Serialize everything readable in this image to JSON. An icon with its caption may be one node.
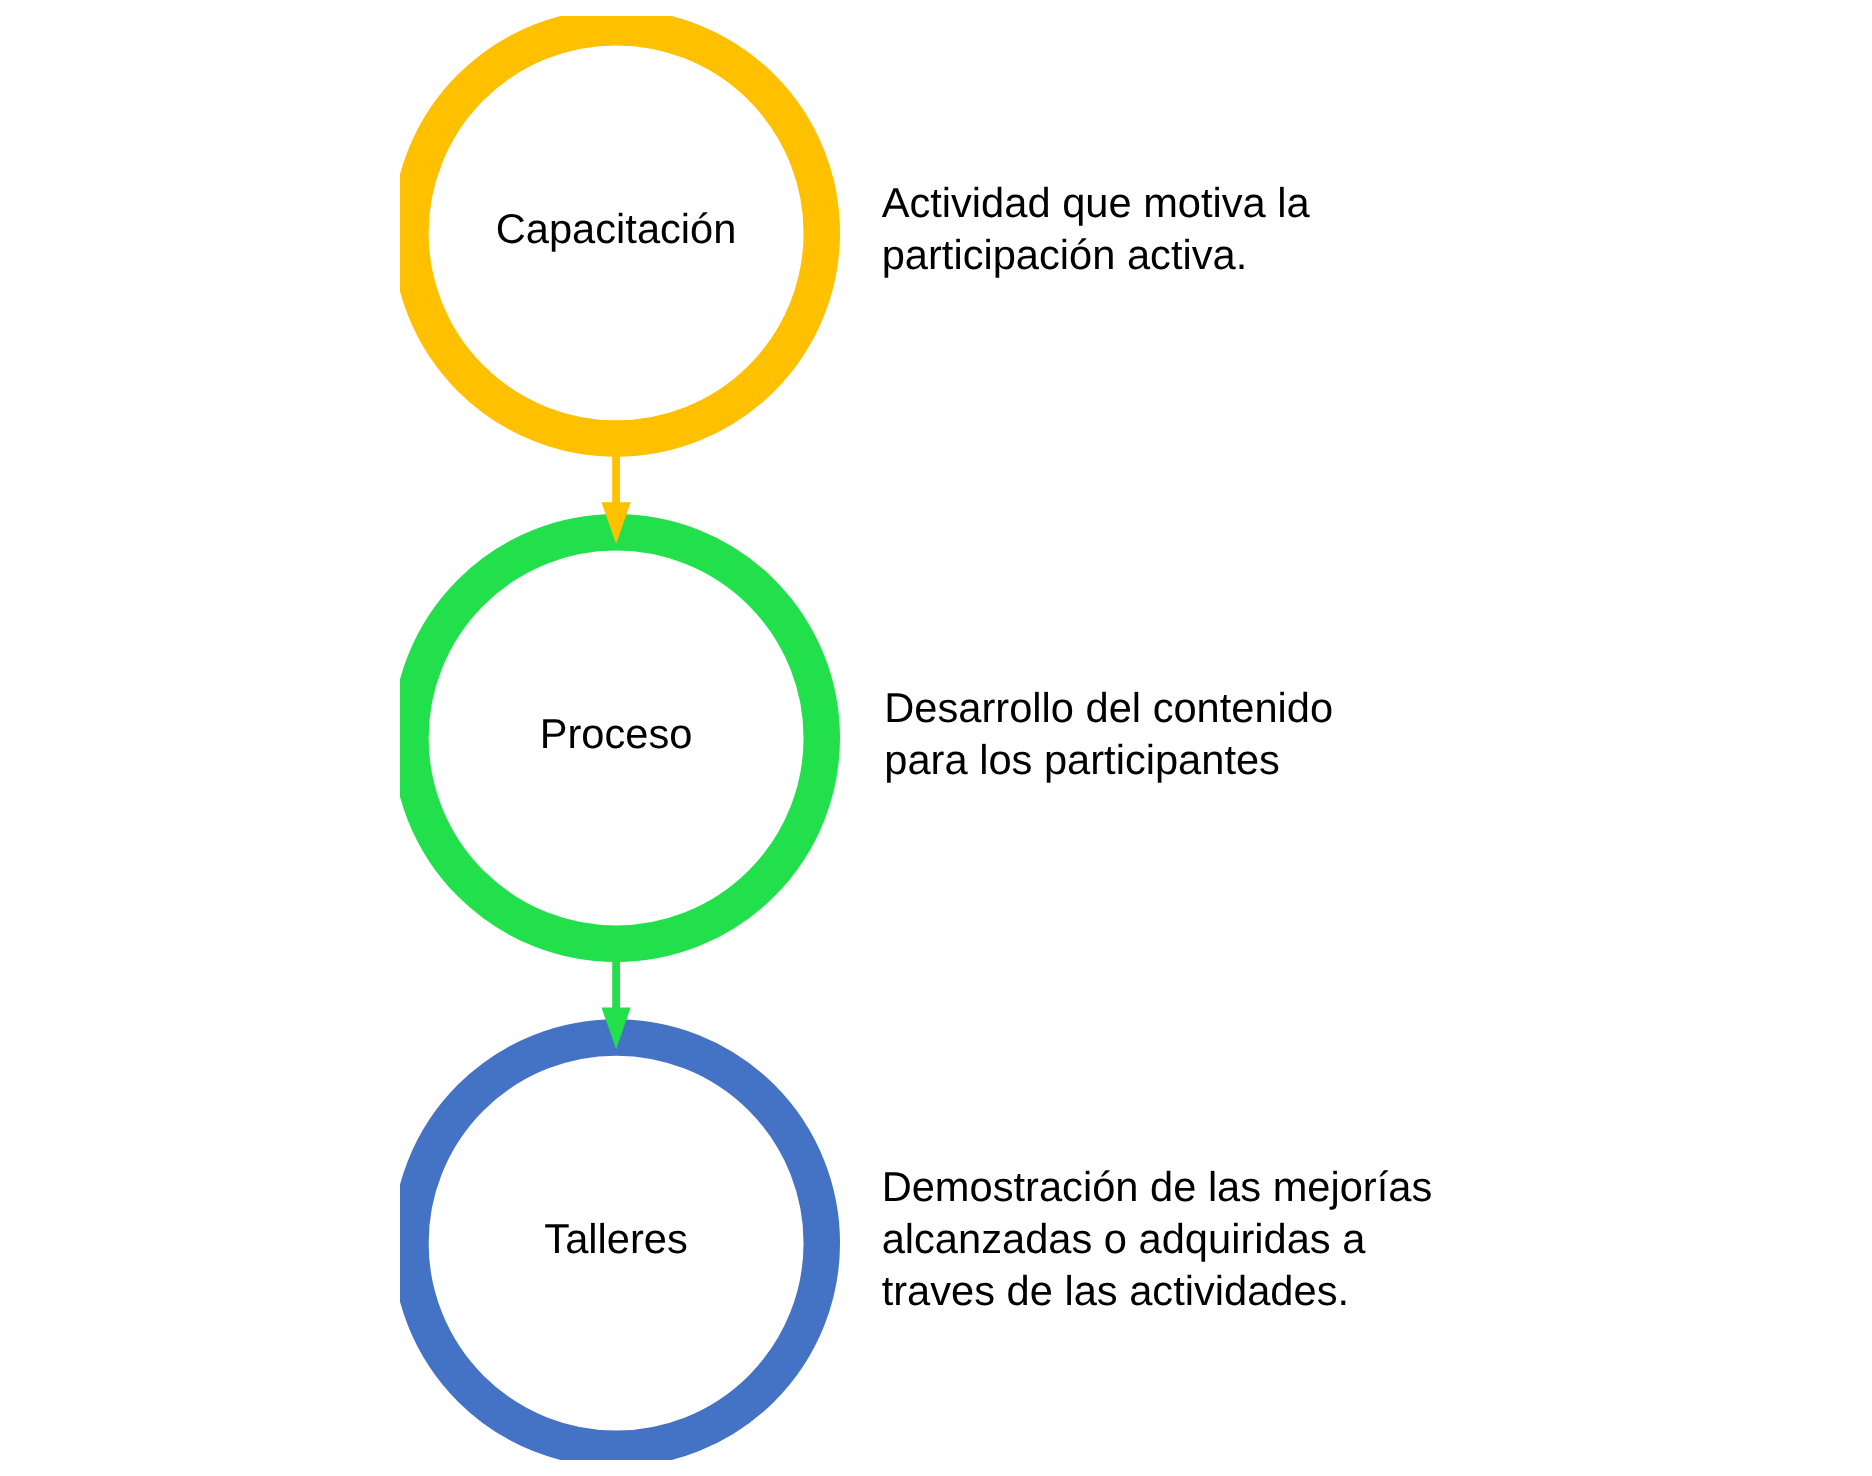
{
  "diagram": {
    "nodes": [
      {
        "text": [
          "Capacitación"
        ],
        "beside": [
          "Actividad que motiva la participación activa."
        ]
      },
      {
        "text": [
          "Proceso"
        ],
        "beside": [
          "Desarrollo del contenido para los participantes"
        ]
      },
      {
        "text": [
          "Talleres"
        ],
        "beside": [
          "Demostración de las mejorías alcanzadas o adquiridas a traves de las actividades."
        ]
      }
    ],
    "edges": [
      {
        "from": 0,
        "to": 1,
        "arrow": "to",
        "color": "#ffc000"
      },
      {
        "from": 1,
        "to": 2,
        "arrow": "to",
        "color": "#22e04c"
      }
    ]
  }
}
